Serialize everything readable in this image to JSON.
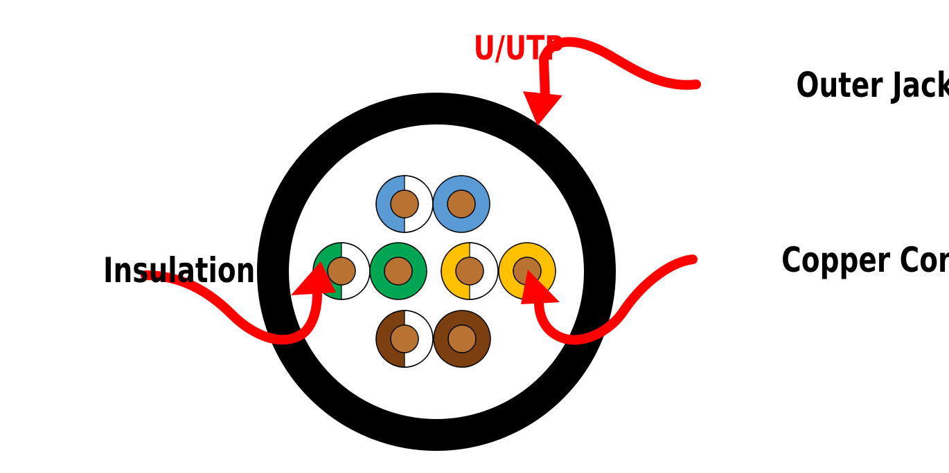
{
  "title": "U/UTP",
  "labels": {
    "outer_jacket": "Outer Jacket",
    "insulation": "Insulation",
    "copper_conductor": "Copper Conductor"
  },
  "colors": {
    "title": "#ff0000",
    "arrow": "#ff0000",
    "jacket": "#000000",
    "copper": "#b87333",
    "blue": "#5b9bd5",
    "green": "#00a651",
    "orange": "#ffc000",
    "brown": "#7b3f10",
    "white": "#ffffff"
  },
  "pairs": [
    {
      "name": "blue",
      "striped": "white-blue",
      "solid": "blue"
    },
    {
      "name": "green",
      "striped": "white-green",
      "solid": "green"
    },
    {
      "name": "orange",
      "striped": "white-orange",
      "solid": "orange"
    },
    {
      "name": "brown",
      "striped": "white-brown",
      "solid": "brown"
    }
  ]
}
